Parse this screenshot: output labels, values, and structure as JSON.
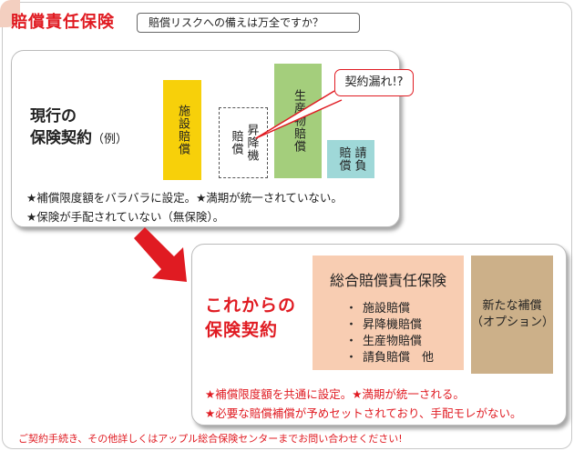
{
  "header": {
    "title": "賠償責任保険",
    "subtitle": "賠償リスクへの備えは万全ですか？"
  },
  "current": {
    "title_line1": "現行の",
    "title_line2": "保険契約",
    "title_suffix": "（例）",
    "boxes": {
      "facility": [
        "施",
        "設",
        "賠",
        "償"
      ],
      "lift_col1": "賠償",
      "lift_col2": "昇降機",
      "product_col": "生産物賠償",
      "contract_col1": "賠償",
      "contract_col2": "請負"
    },
    "callout": "契約漏れ!?",
    "notes": [
      "★補償限度額をバラバラに設定。★満期が統一されていない。",
      "★保険が手配されていない（無保険）。"
    ]
  },
  "future": {
    "title_line1": "これからの",
    "title_line2": "保険契約",
    "comprehensive": {
      "title": "総合賠償責任保険",
      "items": [
        "施設賠償",
        "昇降機賠償",
        "生産物賠償",
        "請負賠償　他"
      ]
    },
    "option": {
      "line1": "新たな補償",
      "line2": "（オプション）"
    },
    "notes": [
      "★補償限度額を共通に設定。★満期が統一される。",
      "★必要な賠償補償が予めセットされており、手配モレがない。"
    ]
  },
  "footer": "ご契約手続き、その他詳しくはアップル総合保険センターまでお問い合わせください!",
  "colors": {
    "accent": "#e01b22",
    "facility": "#f7d00a",
    "product": "#a4ce7c",
    "contract": "#9fd8d8",
    "comprehensive": "#f8cdb2",
    "option": "#ccb089"
  }
}
